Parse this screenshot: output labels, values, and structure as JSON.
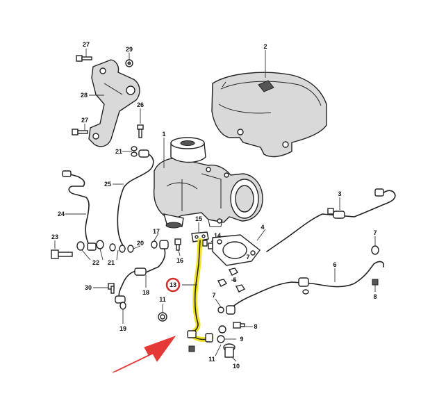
{
  "callouts": [
    {
      "id": "p1",
      "label": "1"
    },
    {
      "id": "p2",
      "label": "2"
    },
    {
      "id": "p3",
      "label": "3"
    },
    {
      "id": "p4",
      "label": "4"
    },
    {
      "id": "p5",
      "label": "5"
    },
    {
      "id": "p6",
      "label": "6"
    },
    {
      "id": "p7a",
      "label": "7"
    },
    {
      "id": "p7b",
      "label": "7"
    },
    {
      "id": "p7c",
      "label": "7"
    },
    {
      "id": "p8a",
      "label": "8"
    },
    {
      "id": "p8b",
      "label": "8"
    },
    {
      "id": "p9",
      "label": "9"
    },
    {
      "id": "p10",
      "label": "10"
    },
    {
      "id": "p11a",
      "label": "11"
    },
    {
      "id": "p11b",
      "label": "11"
    },
    {
      "id": "p13",
      "label": "13"
    },
    {
      "id": "p14",
      "label": "14"
    },
    {
      "id": "p15",
      "label": "15"
    },
    {
      "id": "p16",
      "label": "16"
    },
    {
      "id": "p17",
      "label": "17"
    },
    {
      "id": "p18",
      "label": "18"
    },
    {
      "id": "p19",
      "label": "19"
    },
    {
      "id": "p20",
      "label": "20"
    },
    {
      "id": "p21a",
      "label": "21"
    },
    {
      "id": "p21b",
      "label": "21"
    },
    {
      "id": "p22",
      "label": "22"
    },
    {
      "id": "p23",
      "label": "23"
    },
    {
      "id": "p24",
      "label": "24"
    },
    {
      "id": "p25",
      "label": "25"
    },
    {
      "id": "p26",
      "label": "26"
    },
    {
      "id": "p27a",
      "label": "27"
    },
    {
      "id": "p27b",
      "label": "27"
    },
    {
      "id": "p28",
      "label": "28"
    },
    {
      "id": "p29",
      "label": "29"
    },
    {
      "id": "p30",
      "label": "30"
    }
  ],
  "highlight": {
    "part_label": "13",
    "highlight_color": "#f1e320",
    "circle_color": "#d32f2f",
    "arrow_color": "#e53935"
  }
}
